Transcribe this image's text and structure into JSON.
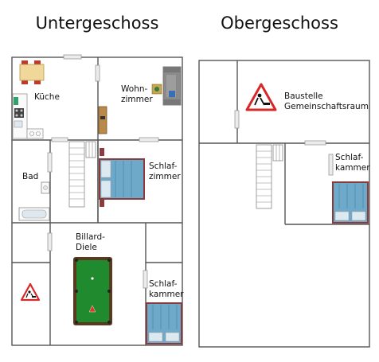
{
  "floors": {
    "lower": {
      "title": "Untergeschoss"
    },
    "upper": {
      "title": "Obergeschoss"
    }
  },
  "rooms": {
    "kueche": "Küche",
    "wohn_line1": "Wohn-",
    "wohn_line2": "zimmer",
    "bad": "Bad",
    "schlaf1_line1": "Schlaf-",
    "schlaf1_line2": "zimmer",
    "billard_line1": "Billard-",
    "billard_line2": "Diele",
    "schlafkammer_line1": "Schlaf-",
    "schlafkammer_line2": "kammer",
    "baustelle_line1": "Baustelle",
    "baustelle_line2": "Gemeinschaftsraum",
    "ob_kammer_line1": "Schlaf-",
    "ob_kammer_line2": "kammer"
  },
  "colors": {
    "wall": "#555555",
    "bed": "#6fa9c9",
    "bed_frame": "#8a3b3b",
    "billiard_felt": "#1f8a2e",
    "billiard_rail": "#5a3a1e",
    "warning_red": "#d62828",
    "sofa": "#7a7a7a"
  },
  "icons": [
    "construction-warning-icon",
    "bed-icon",
    "billiard-table-icon",
    "sofa-icon",
    "dining-table-icon",
    "bathtub-icon",
    "stairs-icon"
  ]
}
